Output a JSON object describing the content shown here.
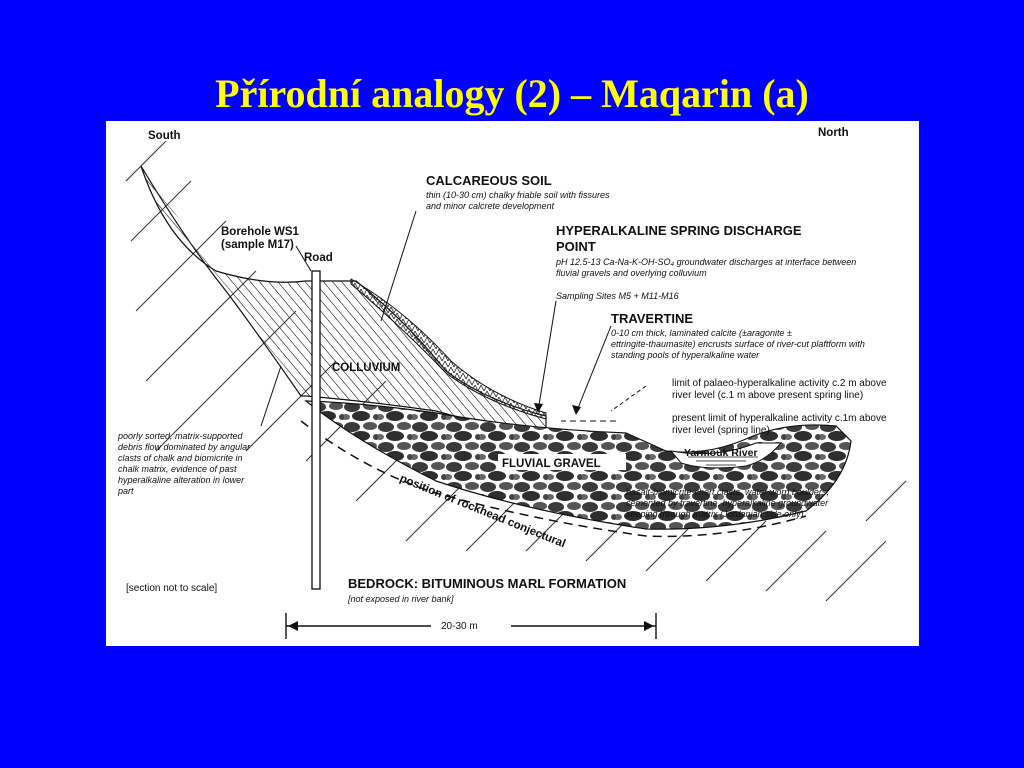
{
  "slide": {
    "title": "Přírodní analogy (2) – Maqarin (a)"
  },
  "diagram": {
    "south": "South",
    "north": "North",
    "borehole": [
      "Borehole WS1",
      "(sample M17)"
    ],
    "road": "Road",
    "calcareous_soil": {
      "title": "CALCAREOUS SOIL",
      "desc": [
        "thin (10-30 cm) chalky friable soil with fissures",
        "and minor calcrete development"
      ]
    },
    "spring": {
      "title": [
        "HYPERALKALINE  SPRING DISCHARGE",
        "POINT"
      ],
      "desc": [
        "pH 12.5-13 Ca-Na-K-OH-SO₄ groundwater discharges at interface between",
        "fluvial gravels and overlying colluvium"
      ],
      "sampling": "Sampling Sites M5 + M11-M16"
    },
    "travertine": {
      "title": "TRAVERTINE",
      "desc": [
        "0-10   cm   thick,   laminated   calcite   (±aragonite   ±",
        "ettringite-thaumasite) encrusts surface of river-cut plaftform with",
        "standing  pools of hyperalkaline water"
      ]
    },
    "palaeo_limit": [
      "limit of palaeo-hyperalkaline activity c.2 m  above",
      "river level (c.1 m above present spring line)"
    ],
    "present_limit": [
      "present limit of hyperalkaline activity c.1m  above",
      "river level (spring line)"
    ],
    "colluvium": "COLLUVIUM",
    "colluvium_desc": [
      "poorly   sorted,   matrix-supported",
      "debris  flow  dominated  by  angular",
      "clasts  of  chalk  and  biomicrite  in",
      "chalk  matrix,  evidence  of  past",
      "hyperalkaline  alteration  in  lower",
      "part"
    ],
    "fluvial_gravel": "FLUVIAL GRAVEL",
    "yarmouk": "Yarmouk River",
    "gravel_desc": [
      "basalt-biomicrite-chert  clasts,  water-worn  boulders,",
      "cemented  by  travertine,  hyperalkaline  groundwater",
      "seeping through matrix (Jordanian side only)"
    ],
    "rockhead": "position of rockhead conjectural",
    "not_to_scale": "[section not to scale]",
    "bedrock": "BEDROCK: BITUMINOUS MARL FORMATION",
    "bedrock_note": "[not exposed in river bank]",
    "scale": "20-30 m"
  }
}
